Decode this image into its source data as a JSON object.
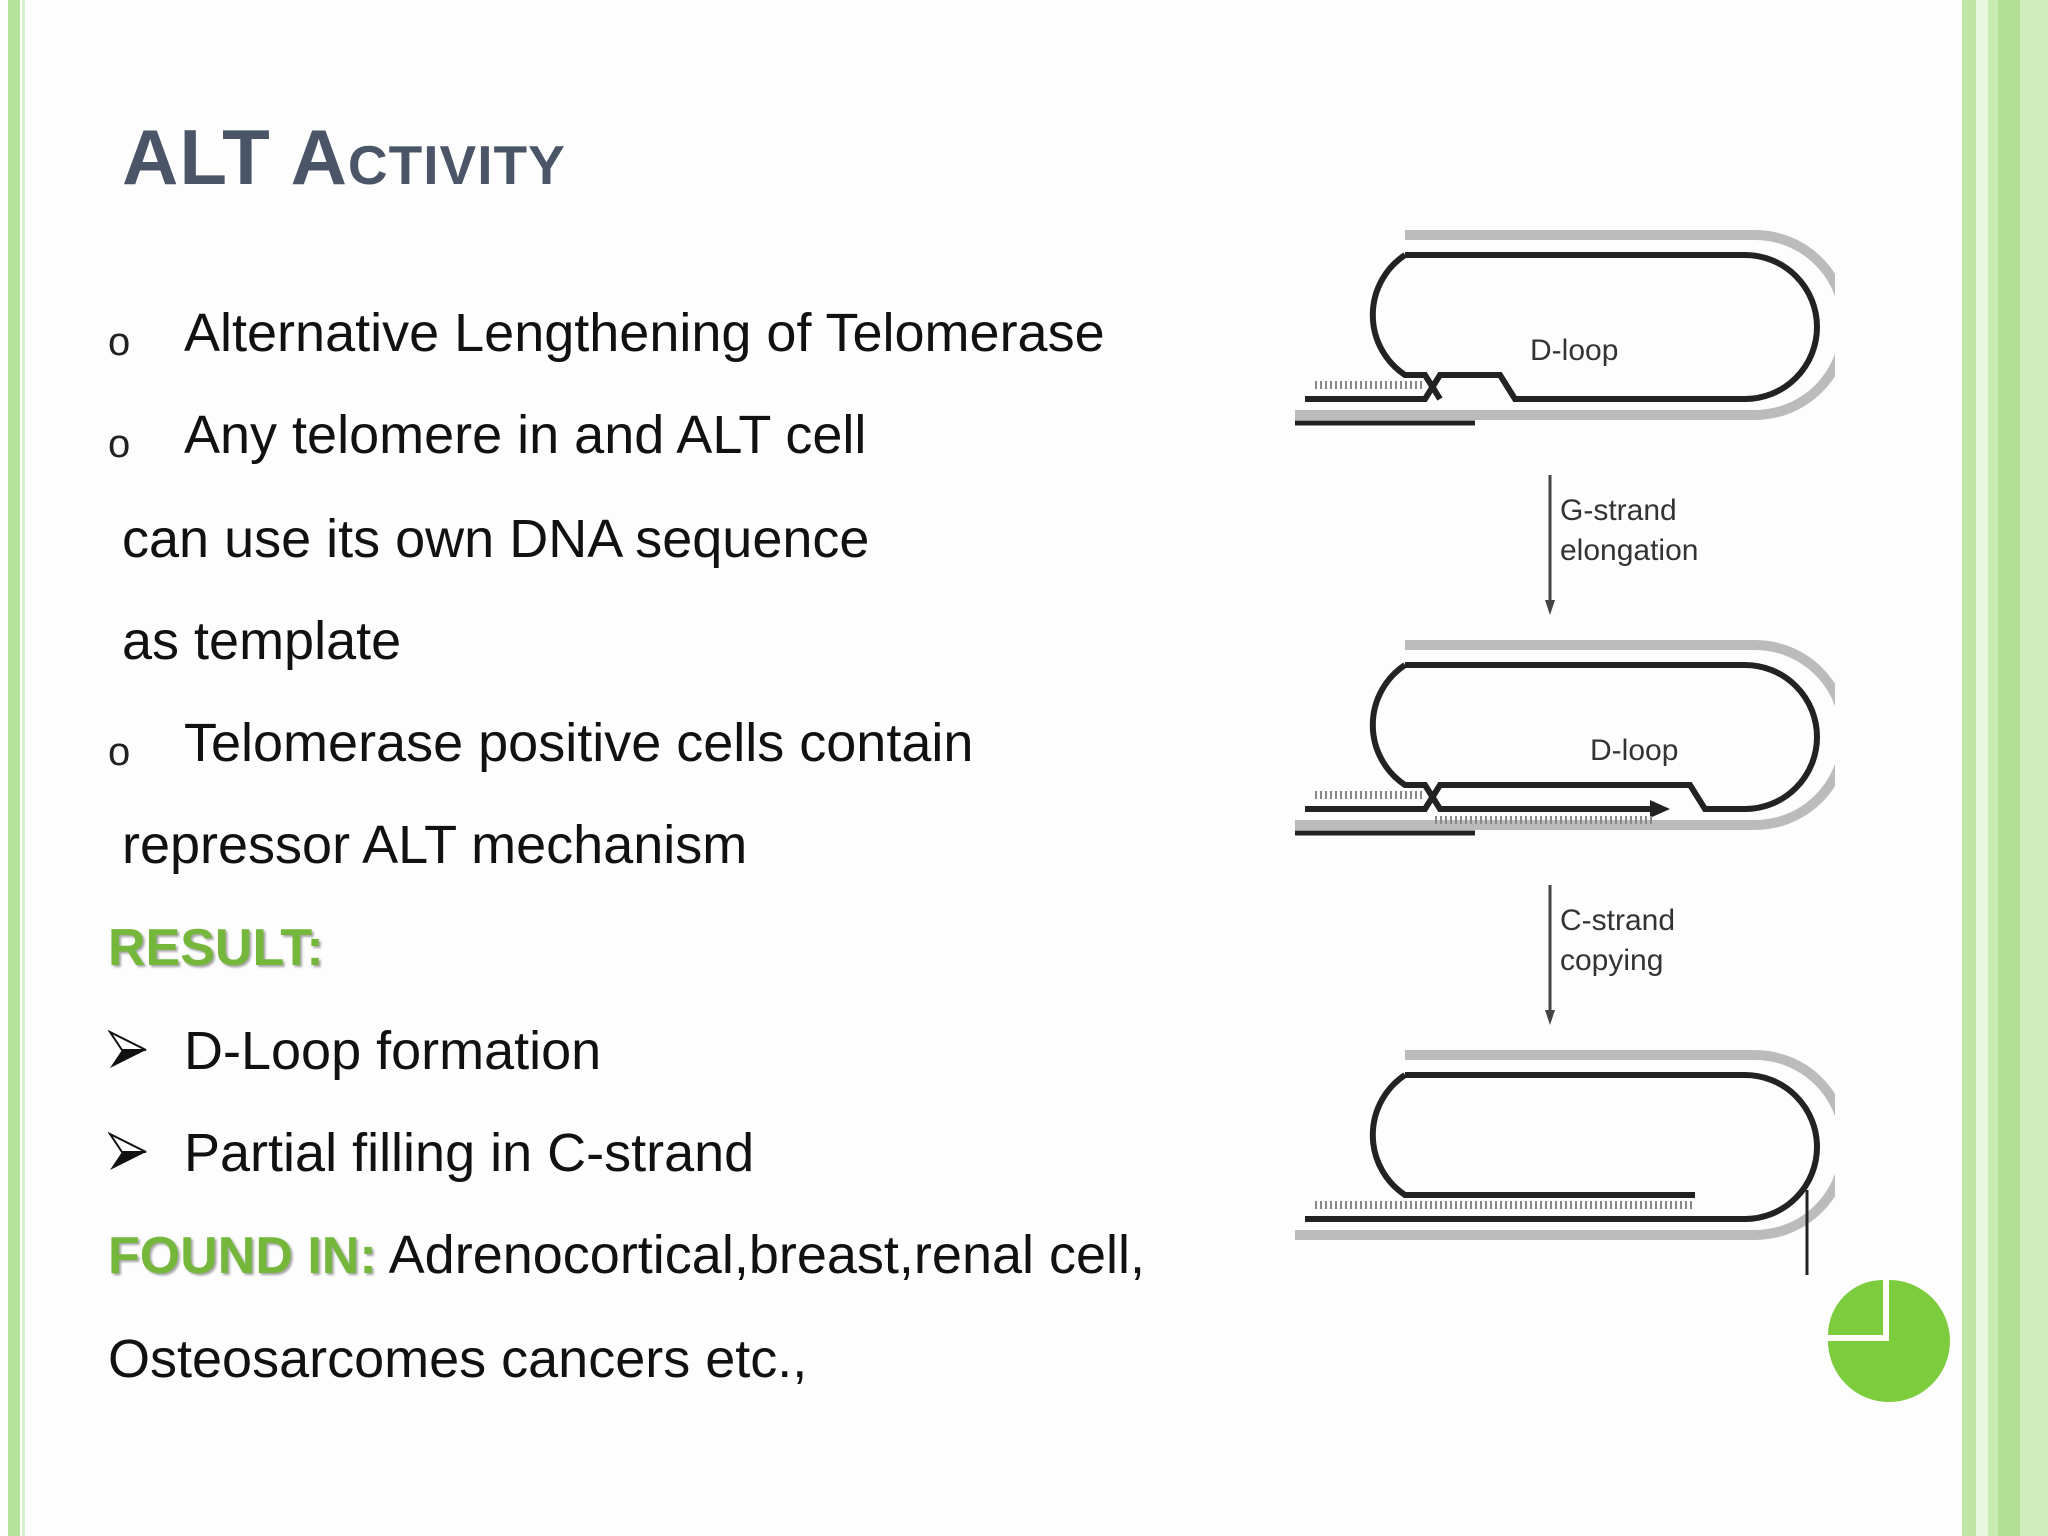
{
  "slide": {
    "title": "ALT Activity",
    "bullets": [
      "Alternative Lengthening of Telomerase",
      "Any telomere in and ALT cell"
    ],
    "continuation_1": "can use its own DNA sequence",
    "continuation_2": "as template",
    "bullet_3": "Telomerase positive cells contain",
    "continuation_3": "repressor ALT mechanism",
    "result_label": "RESULT:",
    "result_items": [
      "D-Loop formation",
      "Partial filling in C-strand"
    ],
    "found_label": "FOUND IN:",
    "found_text": " Adrenocortical,breast,renal cell,",
    "found_text_2": "Osteosarcomes cancers etc.,"
  },
  "figure": {
    "labels": {
      "dloop_1": "D-loop",
      "step_1_line1": "G-strand",
      "step_1_line2": "elongation",
      "dloop_2": "D-loop",
      "step_2_line1": "C-strand",
      "step_2_line2": "copying"
    }
  },
  "colors": {
    "accent_green": "#74b73b",
    "title_gray": "#4a5568",
    "stripe_green": "#b5e39a"
  }
}
